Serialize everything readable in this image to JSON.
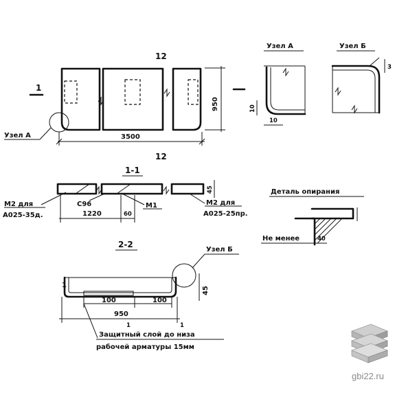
{
  "main_view": {
    "mark_top": "12",
    "mark_bottom": "12",
    "dim_length": "3500",
    "dim_height": "950",
    "section_mark": "1",
    "node_a_callout": "Узел А"
  },
  "node_a_detail": {
    "title": "Узел А",
    "dim_vertical": "10",
    "dim_horizontal": "10"
  },
  "node_b_detail": {
    "title": "Узел Б",
    "dim_small": "3"
  },
  "section_1_1": {
    "title": "1-1",
    "dim_height": "45",
    "left_note_line1": "М2 для",
    "left_note_line2": "А025-35д.",
    "c_label": "С96",
    "m_label": "М1",
    "right_note_line1": "М2 для",
    "right_note_line2": "А025-25пр.",
    "dim_1220": "1220",
    "dim_60": "60"
  },
  "support_detail": {
    "title": "Деталь опирания",
    "note": "Не менее",
    "dim": "40"
  },
  "section_2_2": {
    "title": "2-2",
    "node_b_callout": "Узел Б",
    "dim_height": "45",
    "dim_left": "100",
    "dim_right": "100",
    "dim_width": "950",
    "mark_1": "1",
    "mark_2": "1",
    "note_line1": "Защитный слой до низа",
    "note_line2": "рабочей арматуры 15мм"
  },
  "watermark": {
    "text": "gbi22.ru",
    "logo_icon": "stacked-slabs-icon"
  }
}
